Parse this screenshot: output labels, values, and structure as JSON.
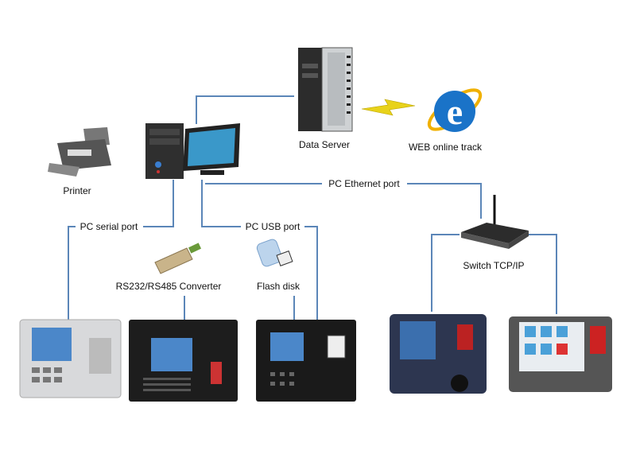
{
  "labels": {
    "data_server": "Data Server",
    "web_online_track": "WEB online track",
    "printer": "Printer",
    "pc_ethernet_port": "PC Ethernet port",
    "pc_serial_port": "PC serial port",
    "pc_usb_port": "PC USB port",
    "converter": "RS232/RS485 Converter",
    "flash_disk": "Flash disk",
    "switch": "Switch TCP/IP"
  },
  "colors": {
    "connector": "#5b86b8",
    "web_icon": "#1a73c8",
    "lightning": "#e8d21a"
  },
  "icons": [
    "printer-icon",
    "pc-icon",
    "server-icon",
    "web-browser-icon",
    "lightning-icon",
    "converter-icon",
    "flash-disk-icon",
    "switch-icon",
    "terminal-icon"
  ]
}
